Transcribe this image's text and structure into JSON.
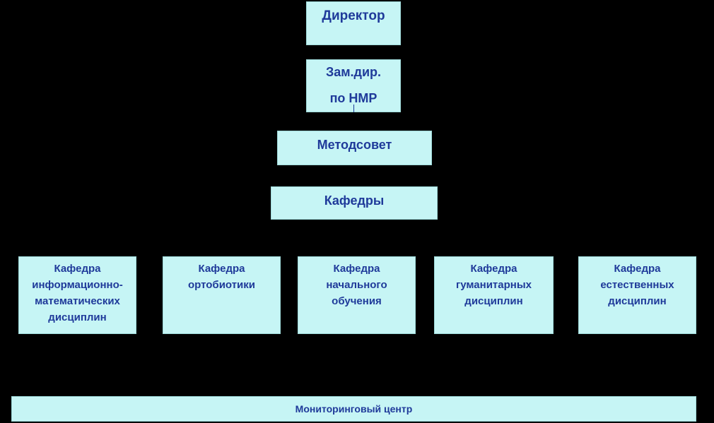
{
  "diagram": {
    "director": {
      "label": "Директор"
    },
    "deputy": {
      "line1": "Зам.дир.",
      "line2": "по НМР"
    },
    "council": {
      "label": "Методсовет"
    },
    "chairs": {
      "label": "Кафедры"
    },
    "departments": [
      {
        "lines": [
          "Кафедра",
          "информационно-",
          "математических",
          "дисциплин"
        ]
      },
      {
        "lines": [
          "Кафедра",
          "ортобиотики"
        ]
      },
      {
        "lines": [
          "Кафедра",
          "начального",
          "обучения"
        ]
      },
      {
        "lines": [
          "Кафедра",
          "гуманитарных",
          "дисциплин"
        ]
      },
      {
        "lines": [
          "Кафедра",
          "естественных",
          "дисциплин"
        ]
      }
    ],
    "monitoring": {
      "label": "Мониторинговый центр"
    },
    "colors": {
      "background": "#000000",
      "box_fill": "#c6f5f5",
      "text": "#1f3a9a"
    }
  }
}
